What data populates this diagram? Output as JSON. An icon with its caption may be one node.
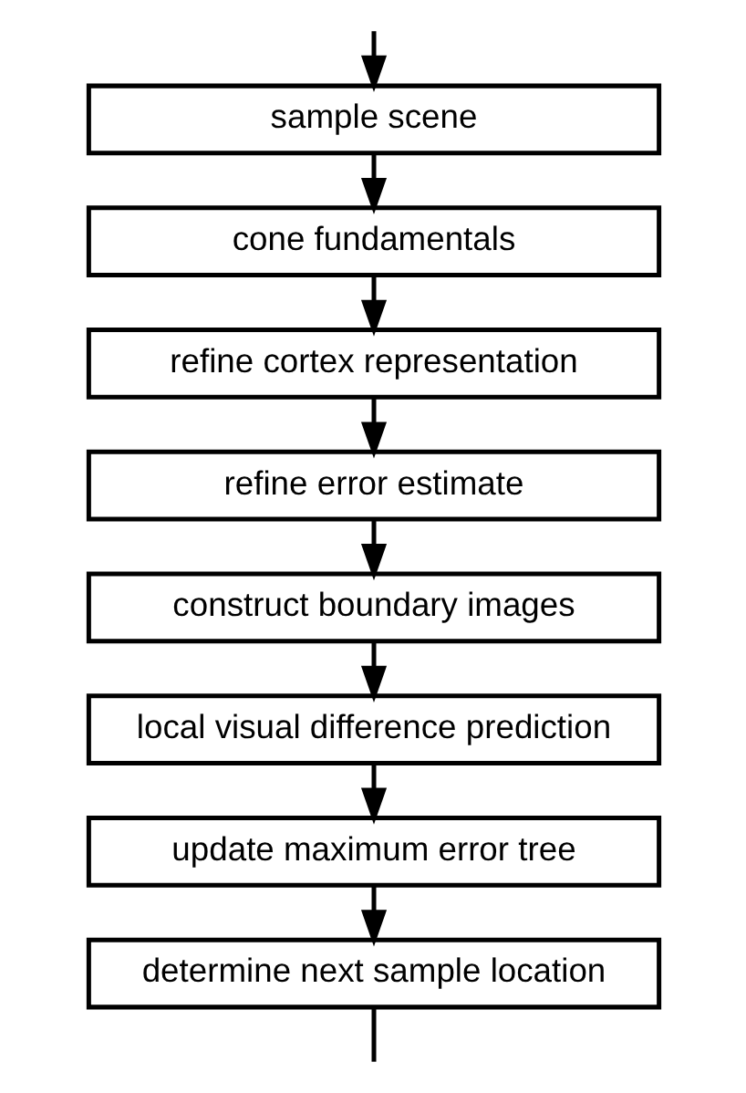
{
  "diagram": {
    "nodes": [
      {
        "text": [
          "sample scene"
        ]
      },
      {
        "text": [
          "cone fundamentals"
        ]
      },
      {
        "text": [
          "refine cortex representation"
        ]
      },
      {
        "text": [
          "refine error estimate"
        ]
      },
      {
        "text": [
          "construct boundary images"
        ]
      },
      {
        "text": [
          "local visual difference prediction"
        ]
      },
      {
        "text": [
          "update maximum error tree"
        ]
      },
      {
        "text": [
          "determine next sample location"
        ]
      }
    ],
    "edges": [
      {
        "from": null,
        "to": 0,
        "arrow": "to"
      },
      {
        "from": 0,
        "to": 1,
        "arrow": "to"
      },
      {
        "from": 1,
        "to": 2,
        "arrow": "to"
      },
      {
        "from": 2,
        "to": 3,
        "arrow": "to"
      },
      {
        "from": 3,
        "to": 4,
        "arrow": "to"
      },
      {
        "from": 4,
        "to": 5,
        "arrow": "to"
      },
      {
        "from": 5,
        "to": 6,
        "arrow": "to"
      },
      {
        "from": 6,
        "to": 7,
        "arrow": "to"
      },
      {
        "from": 7,
        "to": null,
        "arrow": "none"
      }
    ]
  }
}
